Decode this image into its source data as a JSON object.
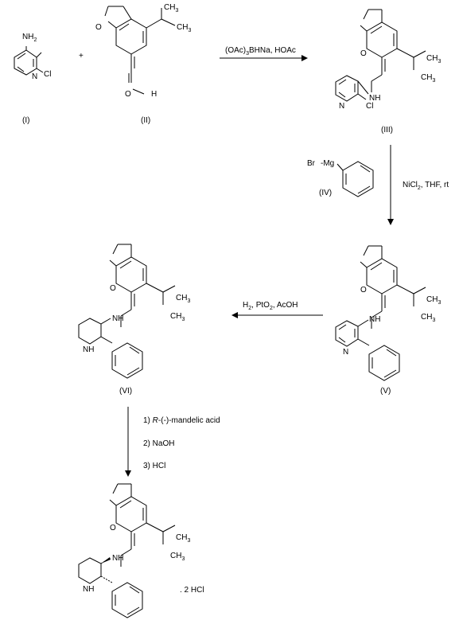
{
  "labels": {
    "cmpd_I": "(I)",
    "cmpd_II": "(II)",
    "cmpd_III": "(III)",
    "cmpd_IV": "(IV)",
    "cmpd_V": "(V)",
    "cmpd_VI": "(VI)"
  },
  "atoms": {
    "NH2": "NH",
    "NH2_sub": "2",
    "N": "N",
    "Cl": "Cl",
    "O": "O",
    "H": "H",
    "NH": "NH",
    "CH3": "CH",
    "CH3_sub": "3",
    "Br": "Br",
    "Mg": "-Mg"
  },
  "plus": "+",
  "reagents": {
    "step1_a": "(OAc)",
    "step1_sub": "3",
    "step1_b": "BHNa, HOAc",
    "step2_a": "NiCl",
    "step2_sub": "2",
    "step2_b": ", THF, rt",
    "step3_h": "H",
    "step3_sub1": "2",
    "step3_mid": ", PtO",
    "step3_sub2": "2",
    "step3_end": ", AcOH",
    "step4_line1_pre": "1) ",
    "step4_line1_italic": "R",
    "step4_line1_post": "-(-)-mandelic acid",
    "step4_line2": "2) NaOH",
    "step4_line3": "3) HCl"
  },
  "salt_label": ". 2 HCl"
}
